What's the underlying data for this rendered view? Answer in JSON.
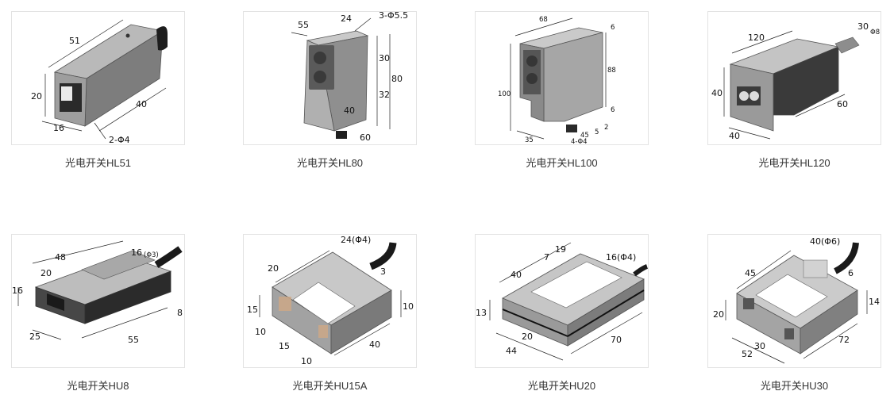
{
  "products": [
    {
      "name": "光电开关HL51",
      "dims": {
        "d1": "51",
        "d2": "20",
        "d3": "40",
        "d4": "16",
        "d5": "2-Φ4"
      }
    },
    {
      "name": "光电开关HL80",
      "dims": {
        "d1": "55",
        "d2": "24",
        "d3": "3-Φ5.5",
        "d4": "30",
        "d5": "80",
        "d6": "32",
        "d7": "40",
        "d8": "60"
      }
    },
    {
      "name": "光电开关HL100",
      "dims": {
        "d1": "68",
        "d2": "6",
        "d3": "88",
        "d4": "100",
        "d5": "6",
        "d6": "35",
        "d7": "45",
        "d8": "5",
        "d9": "2",
        "d10": "4-Φ4"
      }
    },
    {
      "name": "光电开关HL120",
      "dims": {
        "d1": "120",
        "d2": "30",
        "d3": "Φ8",
        "d4": "40",
        "d5": "60",
        "d6": "40"
      }
    },
    {
      "name": "光电开关HU8",
      "dims": {
        "d1": "48",
        "d2": "16",
        "d3": "(Φ3)",
        "d4": "20",
        "d5": "16",
        "d6": "8",
        "d7": "25",
        "d8": "55"
      }
    },
    {
      "name": "光电开关HU15A",
      "dims": {
        "d1": "24(Φ4)",
        "d2": "20",
        "d3": "3",
        "d4": "15",
        "d5": "10",
        "d6": "10",
        "d7": "15",
        "d8": "40",
        "d9": "10"
      }
    },
    {
      "name": "光电开关HU20",
      "dims": {
        "d1": "19",
        "d2": "7",
        "d3": "16(Φ4)",
        "d4": "40",
        "d5": "13",
        "d6": "20",
        "d7": "44",
        "d8": "70"
      }
    },
    {
      "name": "光电开关HU30",
      "dims": {
        "d1": "40(Φ6)",
        "d2": "45",
        "d3": "6",
        "d4": "20",
        "d5": "14",
        "d6": "30",
        "d7": "52",
        "d8": "72"
      }
    }
  ]
}
